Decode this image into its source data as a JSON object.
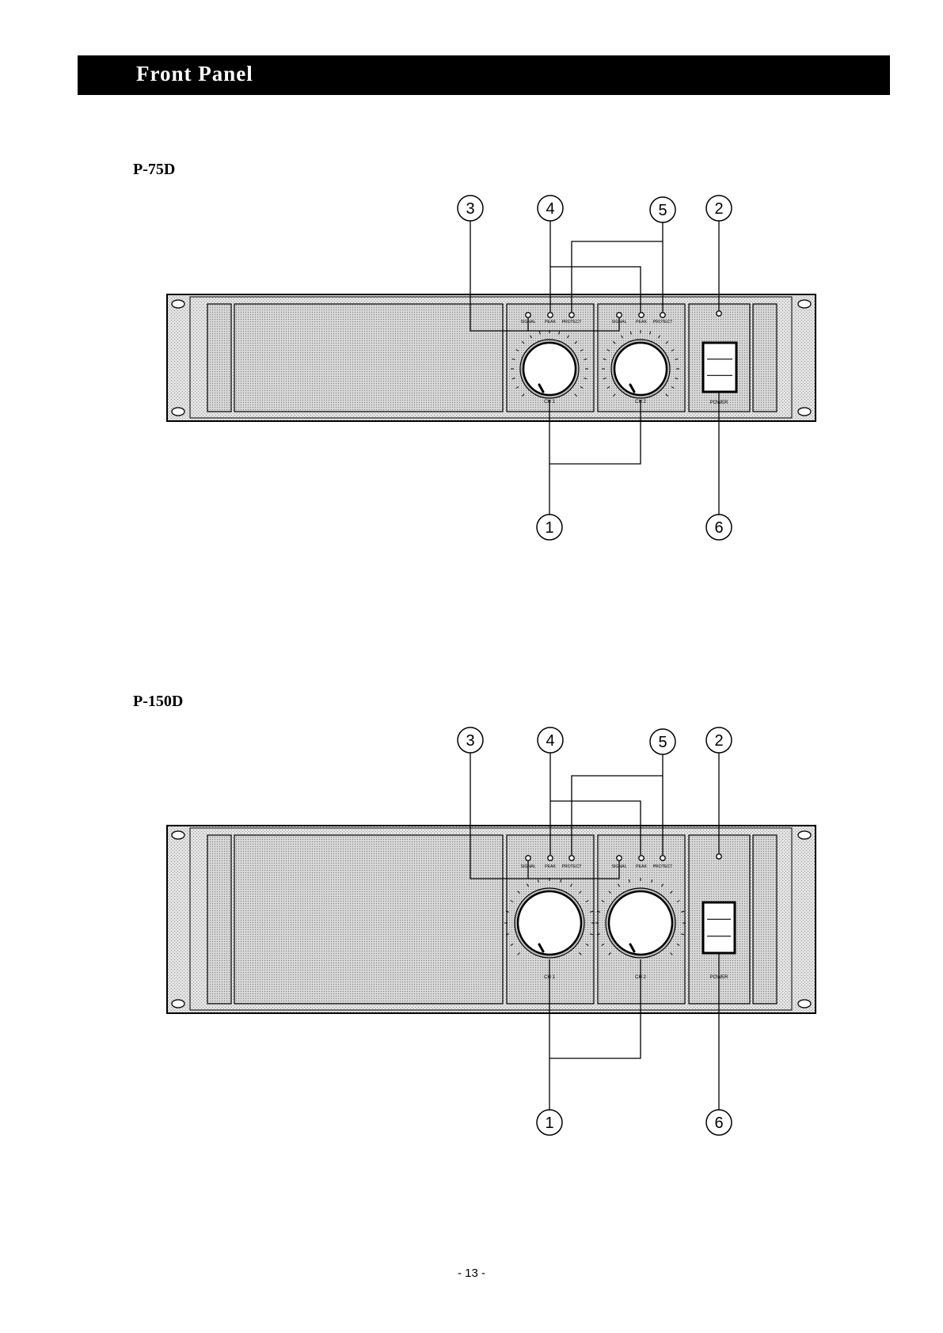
{
  "header": {
    "title": "Front Panel"
  },
  "figures": [
    {
      "model": "P-75D",
      "channel_labels": [
        "CH 1",
        "CH 2"
      ],
      "indicator_labels": [
        "SIGNAL",
        "PEAK",
        "PROTECT"
      ],
      "power_label": "POWER",
      "callouts": [
        "1",
        "2",
        "3",
        "4",
        "5",
        "6"
      ]
    },
    {
      "model": "P-150D",
      "channel_labels": [
        "CH 1",
        "CH 2"
      ],
      "indicator_labels": [
        "SIGNAL",
        "PEAK",
        "PROTECT"
      ],
      "power_label": "POWER",
      "callouts": [
        "1",
        "2",
        "3",
        "4",
        "5",
        "6"
      ]
    }
  ],
  "footer": {
    "page_number": "- 13 -"
  },
  "colors": {
    "panel_fill": "#dcdcdc",
    "line": "#000000",
    "title_bar": "#000000"
  }
}
